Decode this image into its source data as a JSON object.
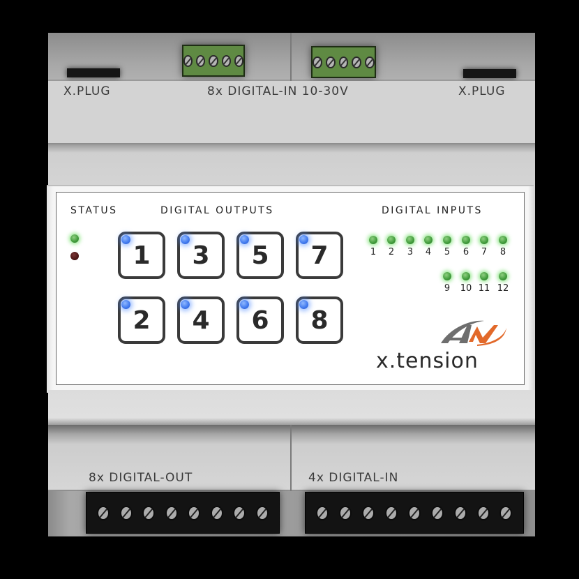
{
  "device": {
    "brand": "x.tension",
    "logo": "AN-logo",
    "colors": {
      "housing": "#d6d6d6",
      "terminal_green": "#5f8a43",
      "terminal_black": "#131313",
      "led_green": "#3f9a3a",
      "led_red_off": "#4a1515",
      "led_blue": "#3f78ee",
      "logo_gray": "#6e6e6e",
      "logo_orange": "#e2692a"
    }
  },
  "top": {
    "left_label": "X.PLUG",
    "center_label": "8x DIGITAL-IN 10-30V",
    "right_label": "X.PLUG",
    "green_terminals": [
      {
        "screws": 5
      },
      {
        "screws": 5
      }
    ]
  },
  "panel": {
    "status": {
      "title": "STATUS",
      "leds": [
        {
          "name": "power",
          "state": "on",
          "color": "green"
        },
        {
          "name": "error",
          "state": "off",
          "color": "red"
        }
      ]
    },
    "digital_outputs": {
      "title": "DIGITAL OUTPUTS",
      "buttons": [
        {
          "label": "1",
          "led": "on"
        },
        {
          "label": "3",
          "led": "on"
        },
        {
          "label": "5",
          "led": "on"
        },
        {
          "label": "7",
          "led": "on"
        },
        {
          "label": "2",
          "led": "on"
        },
        {
          "label": "4",
          "led": "on"
        },
        {
          "label": "6",
          "led": "on"
        },
        {
          "label": "8",
          "led": "on"
        }
      ]
    },
    "digital_inputs": {
      "title": "DIGITAL INPUTS",
      "row1": [
        {
          "label": "1",
          "state": "on"
        },
        {
          "label": "2",
          "state": "on"
        },
        {
          "label": "3",
          "state": "on"
        },
        {
          "label": "4",
          "state": "on"
        },
        {
          "label": "5",
          "state": "on"
        },
        {
          "label": "6",
          "state": "on"
        },
        {
          "label": "7",
          "state": "on"
        },
        {
          "label": "8",
          "state": "on"
        }
      ],
      "row2": [
        {
          "label": "9",
          "state": "on"
        },
        {
          "label": "10",
          "state": "on"
        },
        {
          "label": "11",
          "state": "on"
        },
        {
          "label": "12",
          "state": "on"
        }
      ]
    }
  },
  "bottom": {
    "left_label": "8x DIGITAL-OUT",
    "right_label": "4x DIGITAL-IN",
    "black_terminals": [
      {
        "screws": 8
      },
      {
        "screws": 9
      }
    ]
  }
}
